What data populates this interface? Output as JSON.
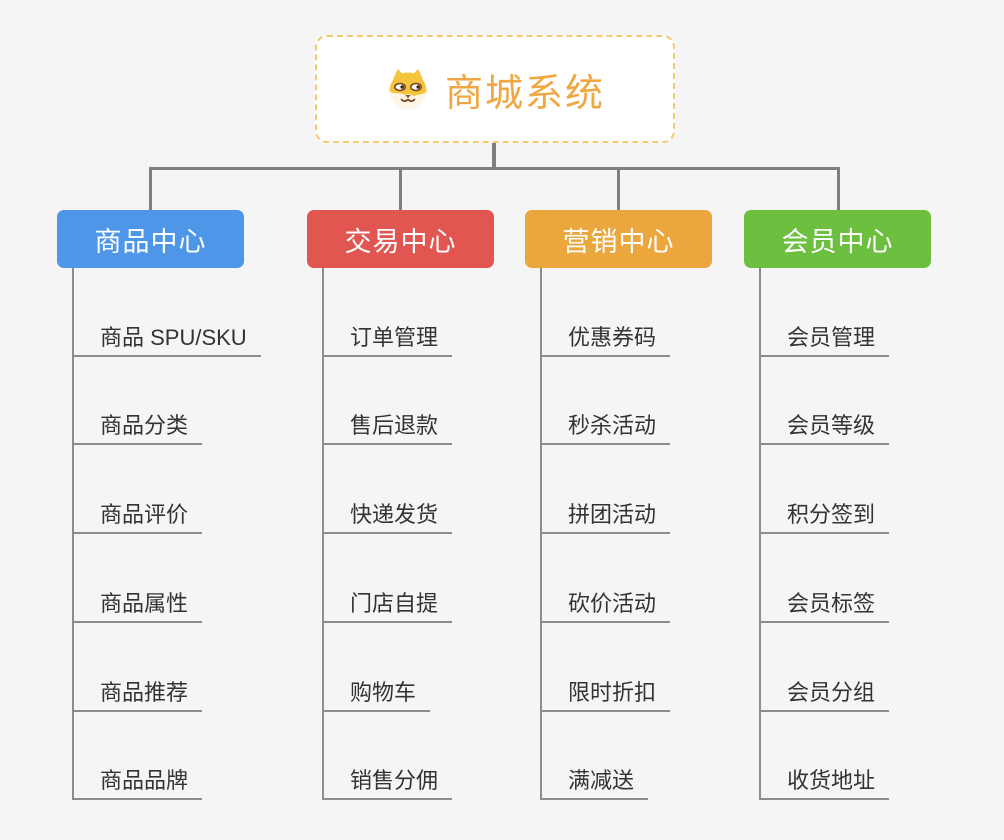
{
  "root": {
    "title": "商城系统",
    "icon": "shiba-dog-icon"
  },
  "colors": {
    "background": "#f5f5f5",
    "root_text": "#f0a743",
    "root_border": "#f5c96f",
    "connector": "#7f7f7f",
    "item_line": "#8c8c8c",
    "item_text": "#333333"
  },
  "branches": [
    {
      "label": "商品中心",
      "color": "#4d96e8",
      "items": [
        "商品 SPU/SKU",
        "商品分类",
        "商品评价",
        "商品属性",
        "商品推荐",
        "商品品牌"
      ]
    },
    {
      "label": "交易中心",
      "color": "#e25652",
      "items": [
        "订单管理",
        "售后退款",
        "快递发货",
        "门店自提",
        "购物车",
        "销售分佣"
      ]
    },
    {
      "label": "营销中心",
      "color": "#eba73e",
      "items": [
        "优惠券码",
        "秒杀活动",
        "拼团活动",
        "砍价活动",
        "限时折扣",
        "满减送"
      ]
    },
    {
      "label": "会员中心",
      "color": "#6dbf40",
      "items": [
        "会员管理",
        "会员等级",
        "积分签到",
        "会员标签",
        "会员分组",
        "收货地址"
      ]
    }
  ]
}
